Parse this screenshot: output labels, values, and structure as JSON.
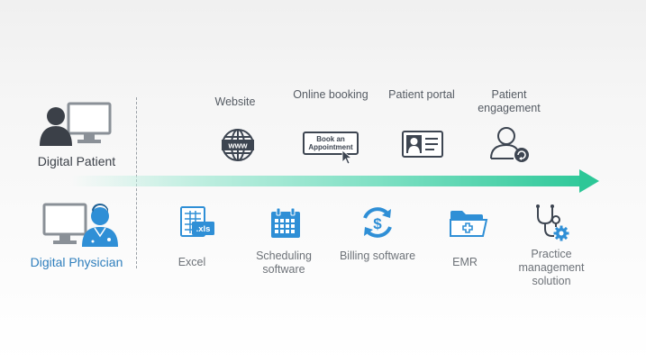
{
  "patient": {
    "label": "Digital Patient"
  },
  "physician": {
    "label": "Digital Physician"
  },
  "top_items": [
    {
      "label": "Website",
      "icon": "globe-www-icon"
    },
    {
      "label": "Online booking",
      "icon": "book-appointment-icon",
      "button_text": "Book an Appointment"
    },
    {
      "label": "Patient portal",
      "icon": "id-card-icon"
    },
    {
      "label": "Patient engagement",
      "icon": "user-engagement-icon"
    }
  ],
  "bottom_items": [
    {
      "label": "Excel",
      "icon": "excel-file-icon",
      "file_ext": ".xls"
    },
    {
      "label": "Scheduling software",
      "icon": "calendar-icon"
    },
    {
      "label": "Billing software",
      "icon": "billing-cycle-icon"
    },
    {
      "label": "EMR",
      "icon": "medical-folder-icon"
    },
    {
      "label": "Practice management solution",
      "icon": "stethoscope-gear-icon"
    }
  ],
  "colors": {
    "dark_icon": "#3d4551",
    "blue_icon": "#2f8fd6",
    "arrow": "#2dc797",
    "physician_text": "#2f7fbd"
  }
}
